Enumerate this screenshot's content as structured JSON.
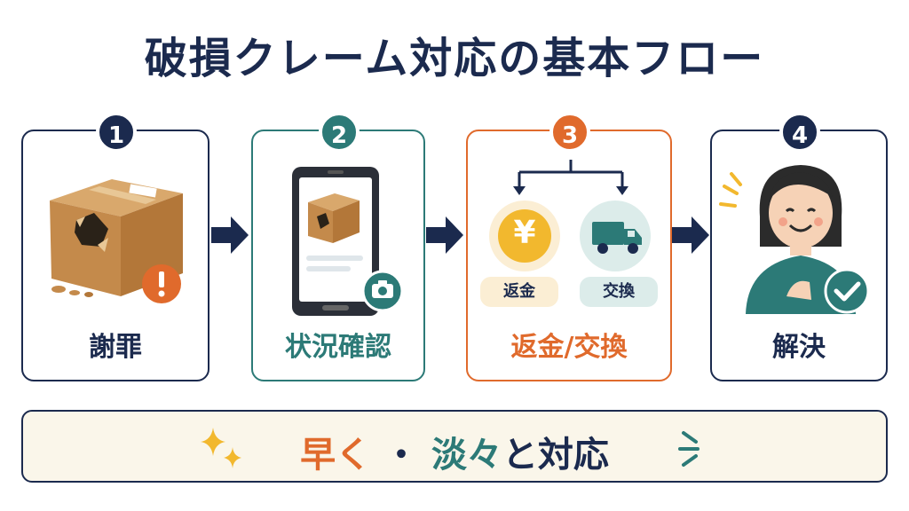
{
  "title": "破損クレーム対応の基本フロー",
  "steps": [
    {
      "number": "1",
      "label": "謝罪"
    },
    {
      "number": "2",
      "label": "状況確認"
    },
    {
      "number": "3",
      "label": "返金/交換",
      "options": [
        "返金",
        "交換"
      ],
      "currency_symbol": "¥"
    },
    {
      "number": "4",
      "label": "解決"
    }
  ],
  "motto": {
    "part1": "早く",
    "sep": "・",
    "part2": "淡々",
    "part3": "と対応"
  },
  "colors": {
    "navy": "#1b2a4e",
    "teal": "#2c7a77",
    "orange": "#e06a2c",
    "gold": "#f2b82e",
    "cream": "#faf6ea"
  }
}
